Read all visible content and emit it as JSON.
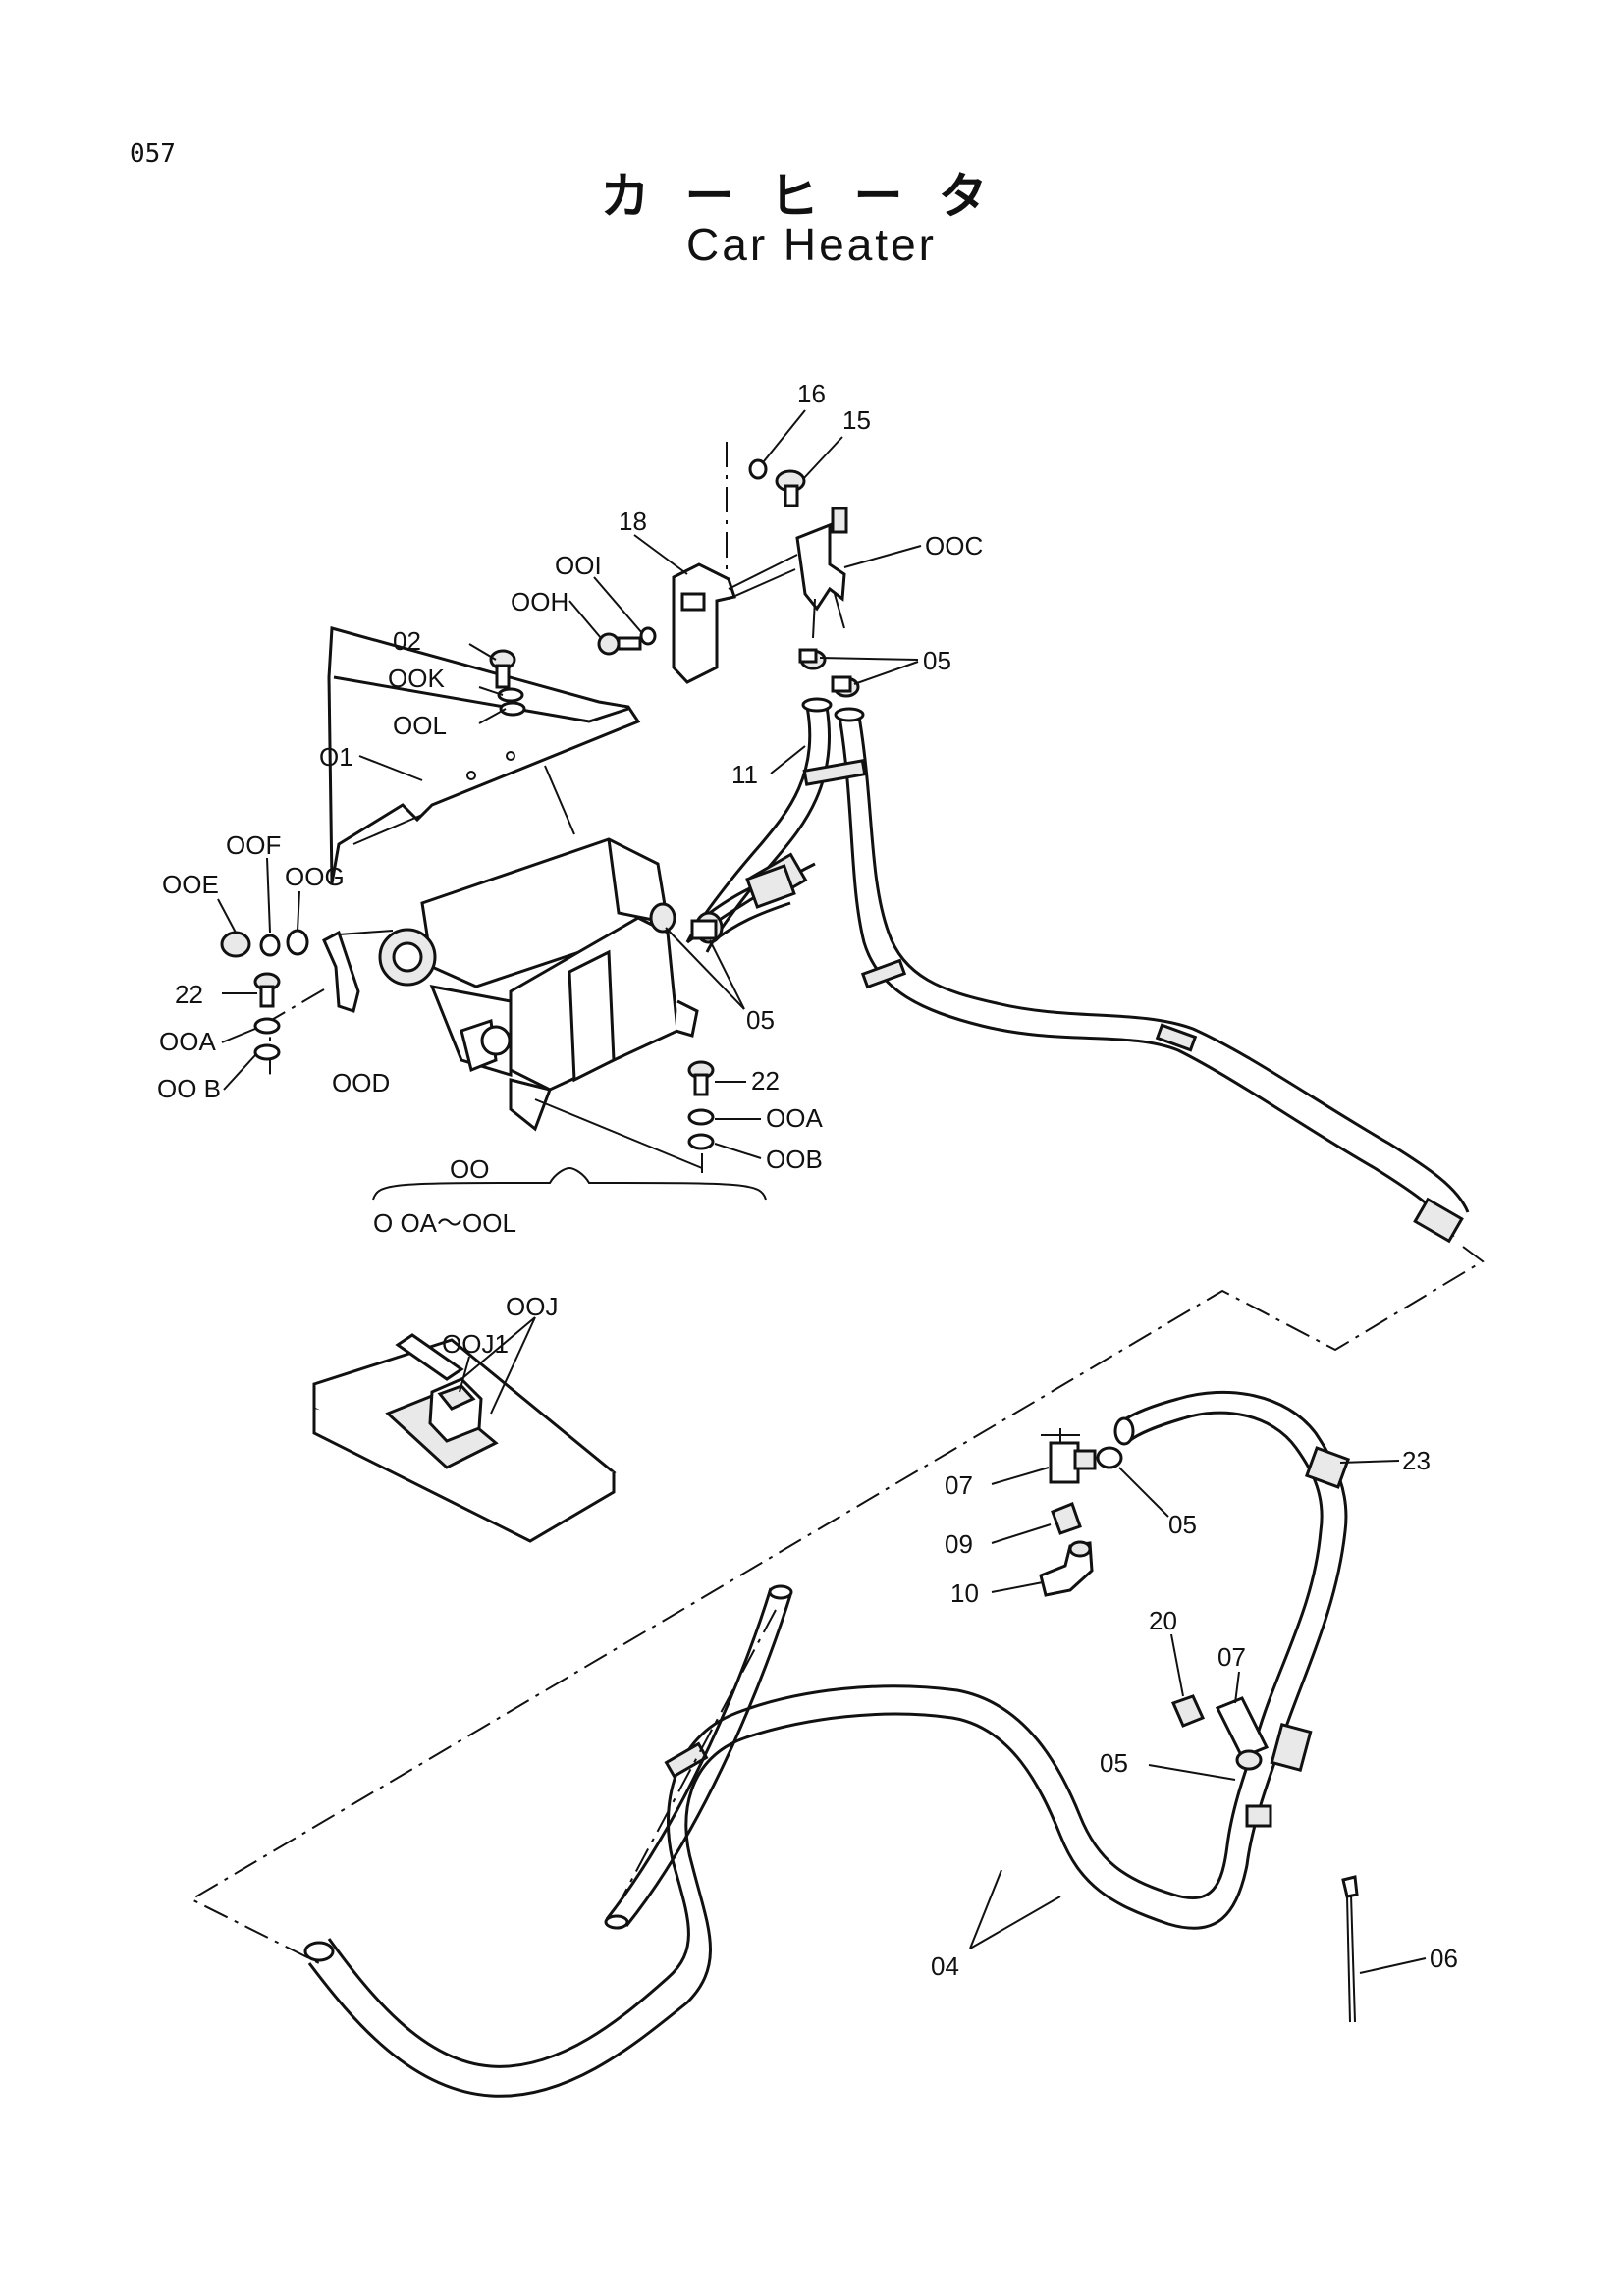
{
  "header": {
    "page_number": "057",
    "title_ja": "カーヒータ",
    "title_en": "Car Heater"
  },
  "callouts": [
    {
      "id": "c16",
      "text": "16"
    },
    {
      "id": "c15",
      "text": "15"
    },
    {
      "id": "c18",
      "text": "18"
    },
    {
      "id": "c00C",
      "text": "OOC"
    },
    {
      "id": "c00I",
      "text": "OOI"
    },
    {
      "id": "c00H",
      "text": "OOH"
    },
    {
      "id": "c05a",
      "text": "05"
    },
    {
      "id": "c02",
      "text": "02"
    },
    {
      "id": "c00K",
      "text": "OOK"
    },
    {
      "id": "c00L",
      "text": "OOL"
    },
    {
      "id": "c11",
      "text": "11"
    },
    {
      "id": "c01",
      "text": "O1"
    },
    {
      "id": "c00F",
      "text": "OOF"
    },
    {
      "id": "c00G",
      "text": "OOG"
    },
    {
      "id": "c00E",
      "text": "OOE"
    },
    {
      "id": "c05b",
      "text": "05"
    },
    {
      "id": "c22a",
      "text": "22"
    },
    {
      "id": "c00Aa",
      "text": "OOA"
    },
    {
      "id": "c00Ba",
      "text": "OO B"
    },
    {
      "id": "c00D",
      "text": "OOD"
    },
    {
      "id": "c22b",
      "text": "22"
    },
    {
      "id": "c00Ab",
      "text": "OOA"
    },
    {
      "id": "c00Bb",
      "text": "OOB"
    },
    {
      "id": "c00",
      "text": "OO"
    },
    {
      "id": "c00range",
      "text": "O OA～OOL"
    },
    {
      "id": "c00J",
      "text": "OOJ"
    },
    {
      "id": "c00J1",
      "text": "OOJ1"
    },
    {
      "id": "c23",
      "text": "23"
    },
    {
      "id": "c07a",
      "text": "07"
    },
    {
      "id": "c05c",
      "text": "05"
    },
    {
      "id": "c09",
      "text": "09"
    },
    {
      "id": "c10",
      "text": "10"
    },
    {
      "id": "c20",
      "text": "20"
    },
    {
      "id": "c07b",
      "text": "07"
    },
    {
      "id": "c05d",
      "text": "05"
    },
    {
      "id": "c04",
      "text": "04"
    },
    {
      "id": "c06",
      "text": "06"
    }
  ]
}
